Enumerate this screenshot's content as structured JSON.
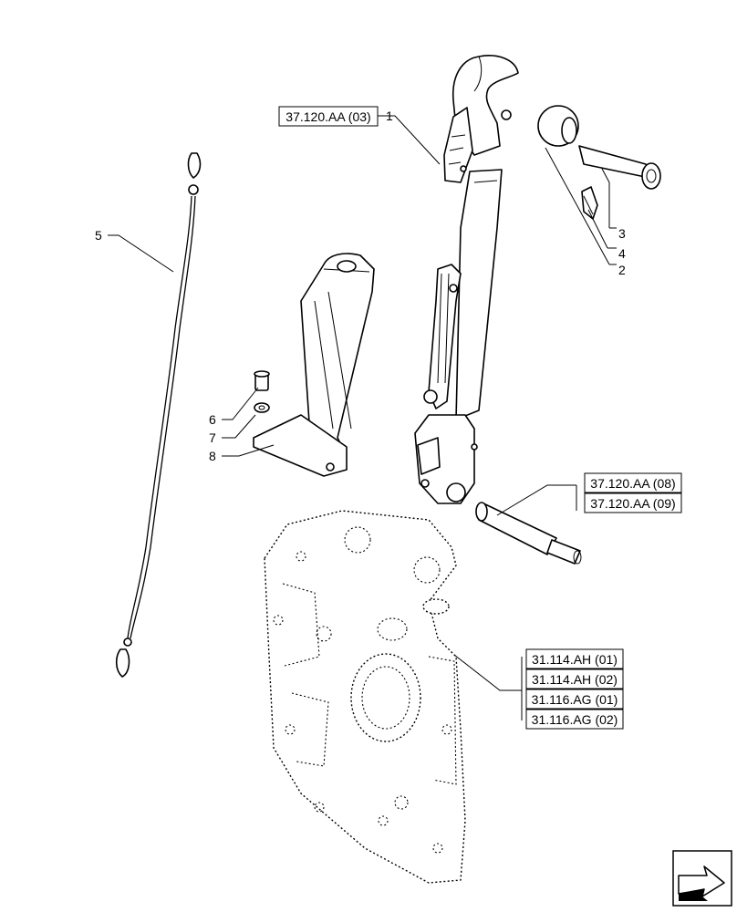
{
  "callouts": [
    "1",
    "2",
    "3",
    "4",
    "5",
    "6",
    "7",
    "8"
  ],
  "references": {
    "r1": "37.120.AA (03)",
    "r2": "37.120.AA (08)",
    "r3": "37.120.AA (09)",
    "r4": "31.114.AH (01)",
    "r5": "31.114.AH (02)",
    "r6": "31.116.AG (01)",
    "r7": "31.116.AG (02)"
  },
  "nav_icon": "next-page-arrow-icon"
}
